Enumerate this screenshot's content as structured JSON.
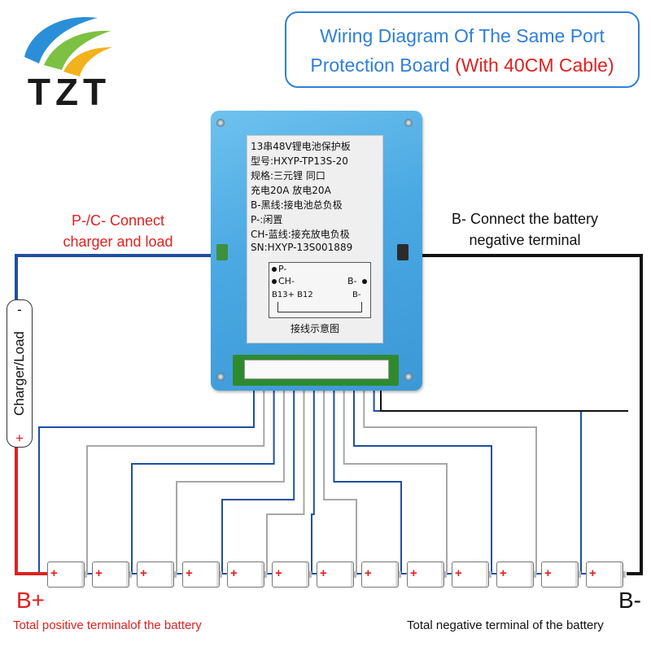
{
  "logo": {
    "text": "TZT"
  },
  "title": {
    "line1": "Wiring Diagram Of The Same Port",
    "line2_blue": "Protection Board",
    "line2_red": "(With 40CM Cable)"
  },
  "board_label": {
    "lines": [
      "13串48V锂电池保护板",
      "型号:HXYP-TP13S-20",
      "规格:三元锂 同口",
      "充电20A   放电20A",
      "B-黑线:接电池总负极",
      "P-:闲置",
      "CH-蓝线:接充放电负极",
      "SN:HXYP-13S001889"
    ],
    "mini": {
      "p_minus": "P-",
      "ch_minus": "CH-",
      "b_minus": "B-",
      "b13_b12": "B13+ B12",
      "b_minus_bottom": "B-"
    },
    "caption": "接线示意图"
  },
  "annotations": {
    "pc_line1": "P-/C- Connect",
    "pc_line2": "charger and load",
    "bm_line1": "B- Connect the battery",
    "bm_line2": "negative terminal"
  },
  "side_label": {
    "minus": "-",
    "text": "Charger/Load",
    "plus": "+"
  },
  "cells": {
    "count": 13,
    "terminal_symbol": "+"
  },
  "terminals": {
    "bplus": "B+",
    "bminus": "B-",
    "positive_note": "Total positive terminalof the battery",
    "negative_note": "Total negative terminal of the battery"
  },
  "colors": {
    "blue_wire": "#1f4f9f",
    "gray_wire": "#a7a7a7",
    "black_wire": "#111111",
    "red_wire": "#e02020",
    "title_blue": "#2f7fd8",
    "board": "#4aa8e2"
  }
}
